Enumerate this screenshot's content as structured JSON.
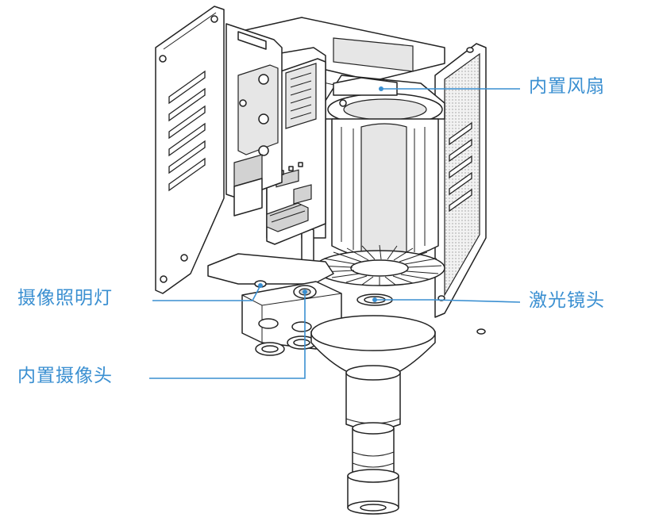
{
  "callouts": {
    "fan": "内置风扇",
    "light": "摄像照明灯",
    "laser": "激光镜头",
    "camera": "内置摄像头"
  },
  "colors": {
    "callout": "#3a8fd1",
    "ink": "#222222",
    "shade": "#e6e6e6"
  }
}
